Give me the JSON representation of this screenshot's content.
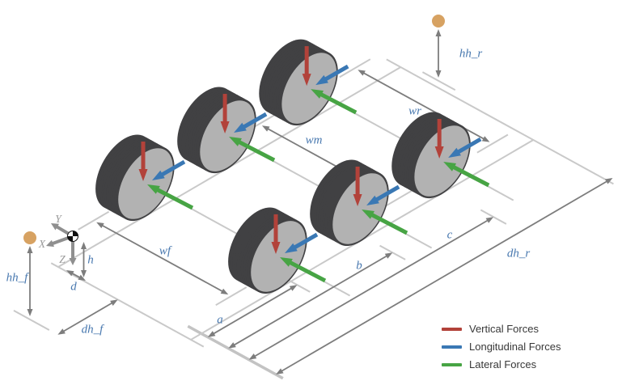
{
  "diagram": {
    "dimension_labels": {
      "wf": "wf",
      "wm": "wm",
      "wr": "wr",
      "a": "a",
      "b": "b",
      "c": "c",
      "dh_f": "dh_f",
      "dh_r": "dh_r",
      "hh_f": "hh_f",
      "hh_r": "hh_r",
      "h": "h",
      "d": "d"
    },
    "axis_triad": {
      "x": "X",
      "y": "Y",
      "z": "Z"
    },
    "legend": {
      "items": [
        {
          "id": "vertical",
          "label": "Vertical Forces"
        },
        {
          "id": "longitudinal",
          "label": "Longitudinal Forces"
        },
        {
          "id": "lateral",
          "label": "Lateral Forces"
        }
      ]
    },
    "colors": {
      "vertical_force": "#b2423a",
      "longitudinal_force": "#3a78b4",
      "lateral_force": "#47a444",
      "dimension_line": "#7d7d7d",
      "grid_line": "#c9c9c9",
      "grid_baseline": "#c3c3c3",
      "tire": "#414143",
      "wheel_face": "#b2b2b2",
      "hitch_ball": "#d7a262",
      "dimension_label": "#4878af",
      "axis_label": "#9b9b9b",
      "axis_arrow": "#8f8f8f",
      "legend_text": "#383838",
      "background": "#ffffff"
    }
  }
}
